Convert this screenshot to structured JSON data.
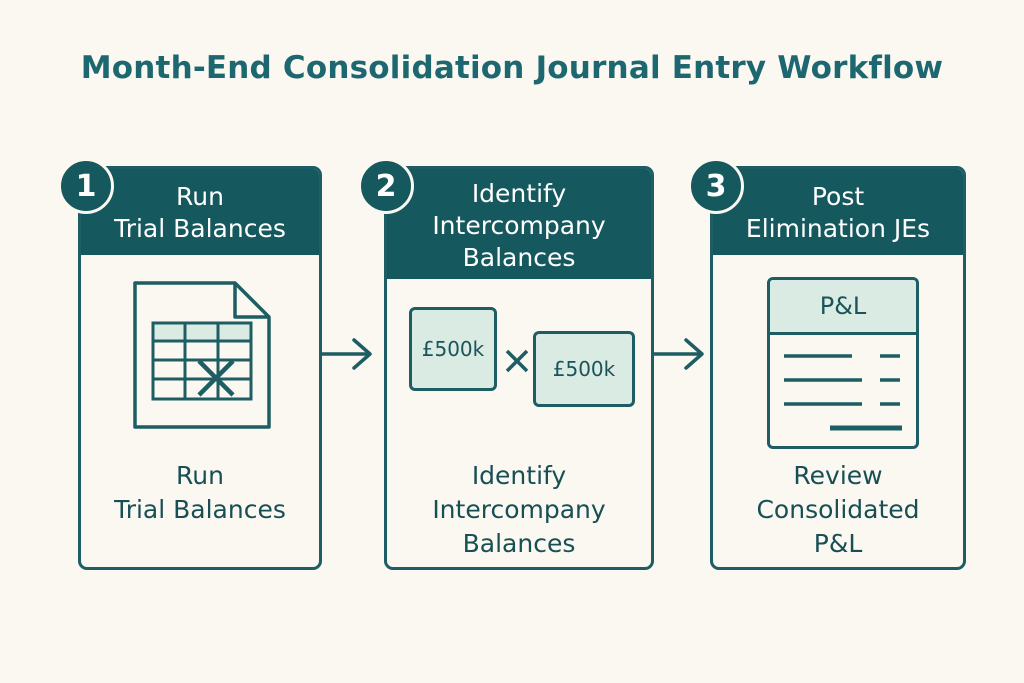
{
  "title": "Month-End Consolidation Journal Entry Workflow",
  "steps": [
    {
      "number": "1",
      "header_lines": [
        "Run",
        "Trial Balances"
      ],
      "caption_lines": [
        "Run",
        "Trial Balances"
      ]
    },
    {
      "number": "2",
      "header_lines": [
        "Identify",
        "Intercompany",
        "Balances"
      ],
      "caption_lines": [
        "Identify",
        "Intercompany",
        "Balances"
      ],
      "amounts": [
        "£500k",
        "£500k"
      ]
    },
    {
      "number": "3",
      "header_lines": [
        "Post",
        "Elimination JEs"
      ],
      "caption_lines": [
        "Review",
        "Consolidated",
        "P&L"
      ],
      "report_label": "P&L"
    }
  ],
  "icons": {
    "spreadsheet": "spreadsheet-file-icon",
    "mismatch": "x-mark-icon",
    "report": "pl-report-icon",
    "arrow": "arrow-right-icon"
  },
  "colors": {
    "primary": "#15595f",
    "light_fill": "#d9ebe3",
    "background": "#fbf7f1"
  }
}
